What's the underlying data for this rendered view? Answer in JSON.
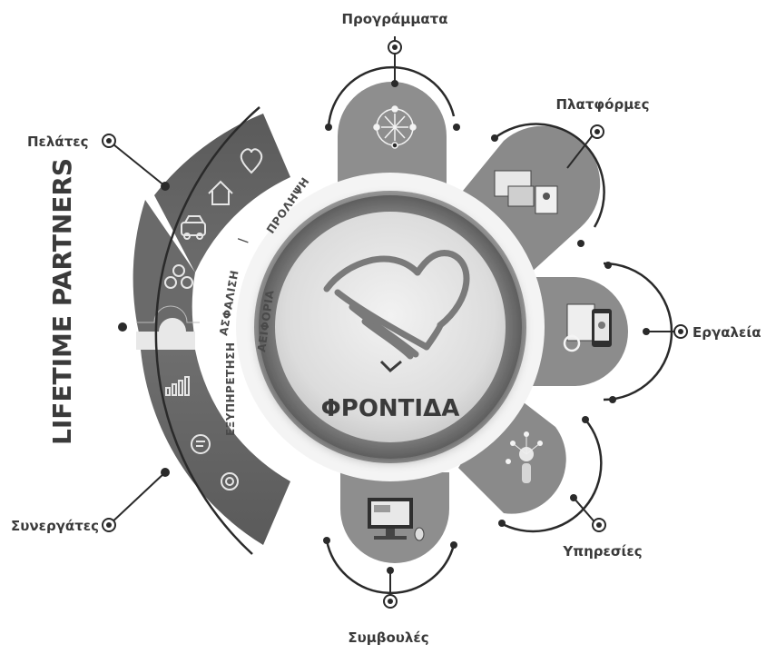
{
  "center": {
    "title": "ΦΡΟΝΤΙΔΑ",
    "logo_icon": "heart-wing-logo-icon"
  },
  "side_title": "LIFETIME PARTNERS",
  "ring_labels": {
    "insurance": "ΑΣΦΑΛΙΣΗ",
    "divider": "|",
    "prevention": "ΠΡΟΛΗΨΗ",
    "service": "ΕΞΥΠΗΡΕΤΗΣΗ",
    "sustainability": "ΑΕΙΦΟΡΙΑ"
  },
  "outer_labels": {
    "programs": "Προγράμματα",
    "platforms": "Πλατφόρμες",
    "tools": "Εργαλεία",
    "services": "Υπηρεσίες",
    "advice": "Συμβουλές",
    "partners": "Συνεργάτες",
    "clients": "Πελάτες"
  },
  "icons": {
    "clients_band": [
      "heart-icon",
      "home-icon",
      "car-icon",
      "family-icon"
    ],
    "partners_band": [
      "bar-chart-icon",
      "chat-bubble-icon",
      "gear-icon"
    ],
    "petals": [
      "network-icon",
      "devices-icon",
      "phone-settings-icon",
      "hand-network-icon",
      "computer-icon"
    ]
  }
}
